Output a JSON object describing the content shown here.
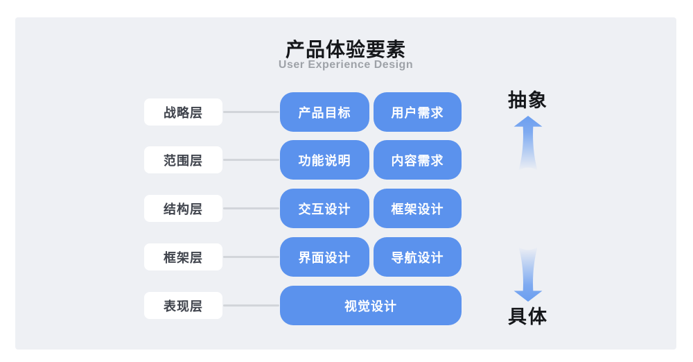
{
  "header": {
    "title": "产品体验要素",
    "subtitle": "User Experience Design"
  },
  "layers": [
    {
      "label": "战略层",
      "boxes": [
        "产品目标",
        "用户需求"
      ]
    },
    {
      "label": "范围层",
      "boxes": [
        "功能说明",
        "内容需求"
      ]
    },
    {
      "label": "结构层",
      "boxes": [
        "交互设计",
        "框架设计"
      ]
    },
    {
      "label": "框架层",
      "boxes": [
        "界面设计",
        "导航设计"
      ]
    },
    {
      "label": "表现层",
      "boxes": [
        "视觉设计"
      ]
    }
  ],
  "axis": {
    "top_label": "抽象",
    "bottom_label": "具体"
  },
  "colors": {
    "box_blue": "#5B92ED",
    "card_bg": "#EEF0F4",
    "connector": "#D2D5DA",
    "label_text": "#3F434C",
    "arrow_blue": "#6B9EF0"
  }
}
